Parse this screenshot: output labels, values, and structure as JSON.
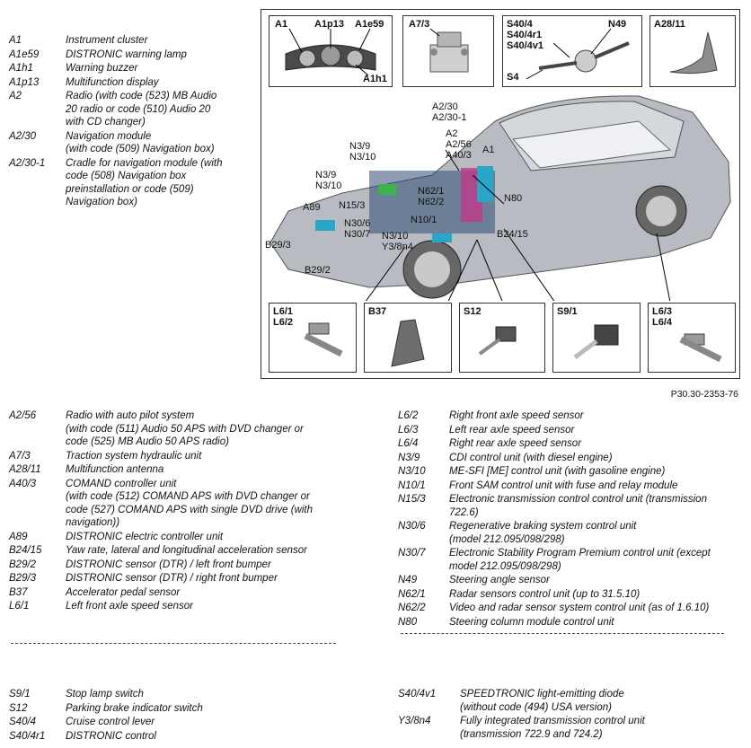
{
  "legend_top_left": [
    {
      "code": "A1",
      "desc": "Instrument cluster"
    },
    {
      "code": "A1e59",
      "desc": "DISTRONIC warning lamp"
    },
    {
      "code": "A1h1",
      "desc": "Warning buzzer"
    },
    {
      "code": "A1p13",
      "desc": "Multifunction display"
    },
    {
      "code": "A2",
      "desc": "Radio (with code (523) MB Audio\n20 radio or code (510) Audio 20\nwith CD changer)"
    },
    {
      "code": "A2/30",
      "desc": "Navigation module\n(with code (509) Navigation box)"
    },
    {
      "code": "A2/30-1",
      "desc": "Cradle for navigation module (with\ncode (508) Navigation box\npreinstallation or code (509)\nNavigation box)"
    }
  ],
  "legend_mid_left": [
    {
      "code": "A2/56",
      "desc": "Radio with auto pilot system\n(with code (511) Audio 50 APS with DVD changer or\ncode (525) MB Audio 50 APS radio)"
    },
    {
      "code": "A7/3",
      "desc": "Traction system hydraulic unit"
    },
    {
      "code": "A28/11",
      "desc": "Multifunction antenna"
    },
    {
      "code": "A40/3",
      "desc": "COMAND controller unit\n(with code (512) COMAND APS with DVD changer or\ncode (527) COMAND APS with single DVD drive (with\nnavigation))"
    },
    {
      "code": "A89",
      "desc": "DISTRONIC electric controller unit"
    },
    {
      "code": "B24/15",
      "desc": "Yaw rate, lateral and longitudinal acceleration sensor"
    },
    {
      "code": "B29/2",
      "desc": "DISTRONIC sensor (DTR) / left front bumper"
    },
    {
      "code": "B29/3",
      "desc": "DISTRONIC sensor (DTR) / right front bumper"
    },
    {
      "code": "B37",
      "desc": "Accelerator pedal sensor"
    },
    {
      "code": "L6/1",
      "desc": "Left front axle speed sensor"
    }
  ],
  "legend_mid_right": [
    {
      "code": "L6/2",
      "desc": "Right front axle speed sensor"
    },
    {
      "code": "L6/3",
      "desc": "Left rear axle speed sensor"
    },
    {
      "code": "L6/4",
      "desc": "Right rear axle speed sensor"
    },
    {
      "code": "N3/9",
      "desc": "CDI control unit (with diesel engine)"
    },
    {
      "code": "N3/10",
      "desc": "ME-SFI [ME] control unit (with gasoline engine)"
    },
    {
      "code": "N10/1",
      "desc": "Front SAM control unit with fuse and relay module"
    },
    {
      "code": "N15/3",
      "desc": "Electronic transmission control control unit (transmission\n722.6)"
    },
    {
      "code": "N30/6",
      "desc": "Regenerative braking system control unit\n(model 212.095/098/298)"
    },
    {
      "code": "N30/7",
      "desc": "Electronic Stability Program Premium control unit (except\nmodel 212.095/098/298)"
    },
    {
      "code": "N49",
      "desc": "Steering angle sensor"
    },
    {
      "code": "N62/1",
      "desc": "Radar sensors control unit (up to 31.5.10)"
    },
    {
      "code": "N62/2",
      "desc": "Video and radar sensor system control unit (as of 1.6.10)"
    },
    {
      "code": "N80",
      "desc": "Steering column module control unit"
    }
  ],
  "legend_bottom_left": [
    {
      "code": "S9/1",
      "desc": "Stop lamp switch"
    },
    {
      "code": "S12",
      "desc": "Parking brake indicator switch"
    },
    {
      "code": "S40/4",
      "desc": "Cruise control lever"
    },
    {
      "code": "S40/4r1",
      "desc": "DISTRONIC control"
    }
  ],
  "legend_bottom_right": [
    {
      "code": "S40/4v1",
      "desc": "SPEEDTRONIC light-emitting diode\n(without code (494) USA version)"
    },
    {
      "code": "Y3/8n4",
      "desc": "Fully integrated transmission control unit\n(transmission 722.9 and 724.2)"
    }
  ],
  "figure": {
    "reference": "P30.30-2353-76",
    "top_boxes": {
      "cluster": "A1      A1p13   A1e59",
      "cluster_a1": "A1",
      "cluster_a1p13": "A1p13",
      "cluster_a1e59": "A1e59",
      "cluster_a1h1": "A1h1",
      "hydraulic": "A7/3",
      "steering": "S40/4\nS40/4r1\nS40/4v1",
      "steering_n49": "N49",
      "steering_s4": "S4",
      "antenna": "A28/11"
    },
    "bottom_boxes": {
      "l6_front": "L6/1\nL6/2",
      "b37": "B37",
      "s12": "S12",
      "s91": "S9/1",
      "l6_rear": "L6/3\nL6/4"
    },
    "callouts": {
      "a230": "A2/30\nA2/30-1",
      "a2": "A2\nA2/56\nA40/3",
      "a1": "A1",
      "n39a": "N3/9\nN3/10",
      "n39b": "N3/9\nN3/10",
      "n153": "N15/3",
      "n621": "N62/1\nN62/2",
      "n80": "N80",
      "a89": "A89",
      "b293": "B29/3",
      "n306": "N30/6\nN30/7",
      "n101": "N10/1",
      "n310": "N3/10\nY3/8n4",
      "b2415": "B24/15",
      "b292": "B29/2"
    }
  }
}
